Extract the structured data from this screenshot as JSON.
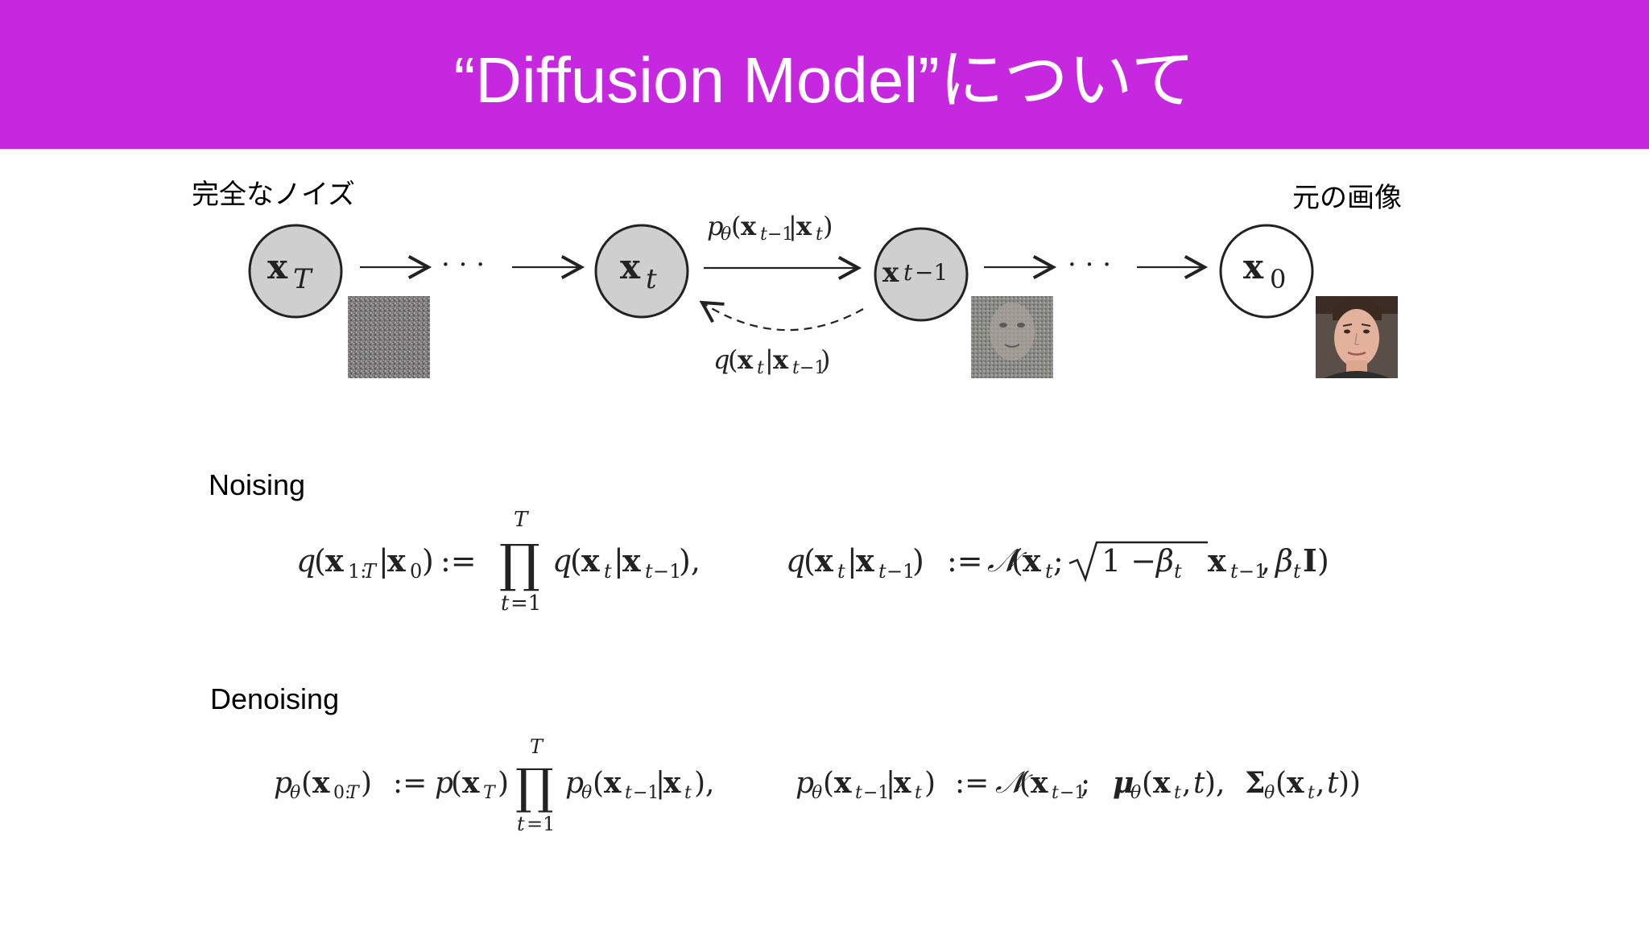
{
  "slide": {
    "title": "“Diffusion Model”について",
    "accent_color": "#c628e0"
  },
  "diagram": {
    "noise_label": "完全なノイズ",
    "original_label": "元の画像",
    "nodes": [
      {
        "var": "x",
        "sub": "T"
      },
      {
        "var": "x",
        "sub": "t"
      },
      {
        "var": "x",
        "sub": "t−1"
      },
      {
        "var": "x",
        "sub": "0"
      }
    ],
    "ellipsis": "· · ·",
    "reverse_process": "pθ(xt−1|xt)",
    "forward_process": "q(xt|xt−1)",
    "images": [
      "noise-image",
      "partially-denoised-face-image",
      "clean-face-image"
    ]
  },
  "noising": {
    "label": "Noising",
    "eq1": "q(x1:T|x0) := ∏ q(xt|xt−1),",
    "eq2": "q(xt|xt−1) := 𝒩(xt; √1 − βt xt−1, βtI)",
    "prod_top": "T",
    "prod_bottom": "t=1"
  },
  "denoising": {
    "label": "Denoising",
    "eq1": "pθ(x0:T) := p(xT) ∏ pθ(xt−1|xt),",
    "eq2": "pθ(xt−1|xt) := 𝒩(xt−1; μθ(xt, t), Σθ(xt, t))",
    "prod_top": "T",
    "prod_bottom": "t=1"
  }
}
